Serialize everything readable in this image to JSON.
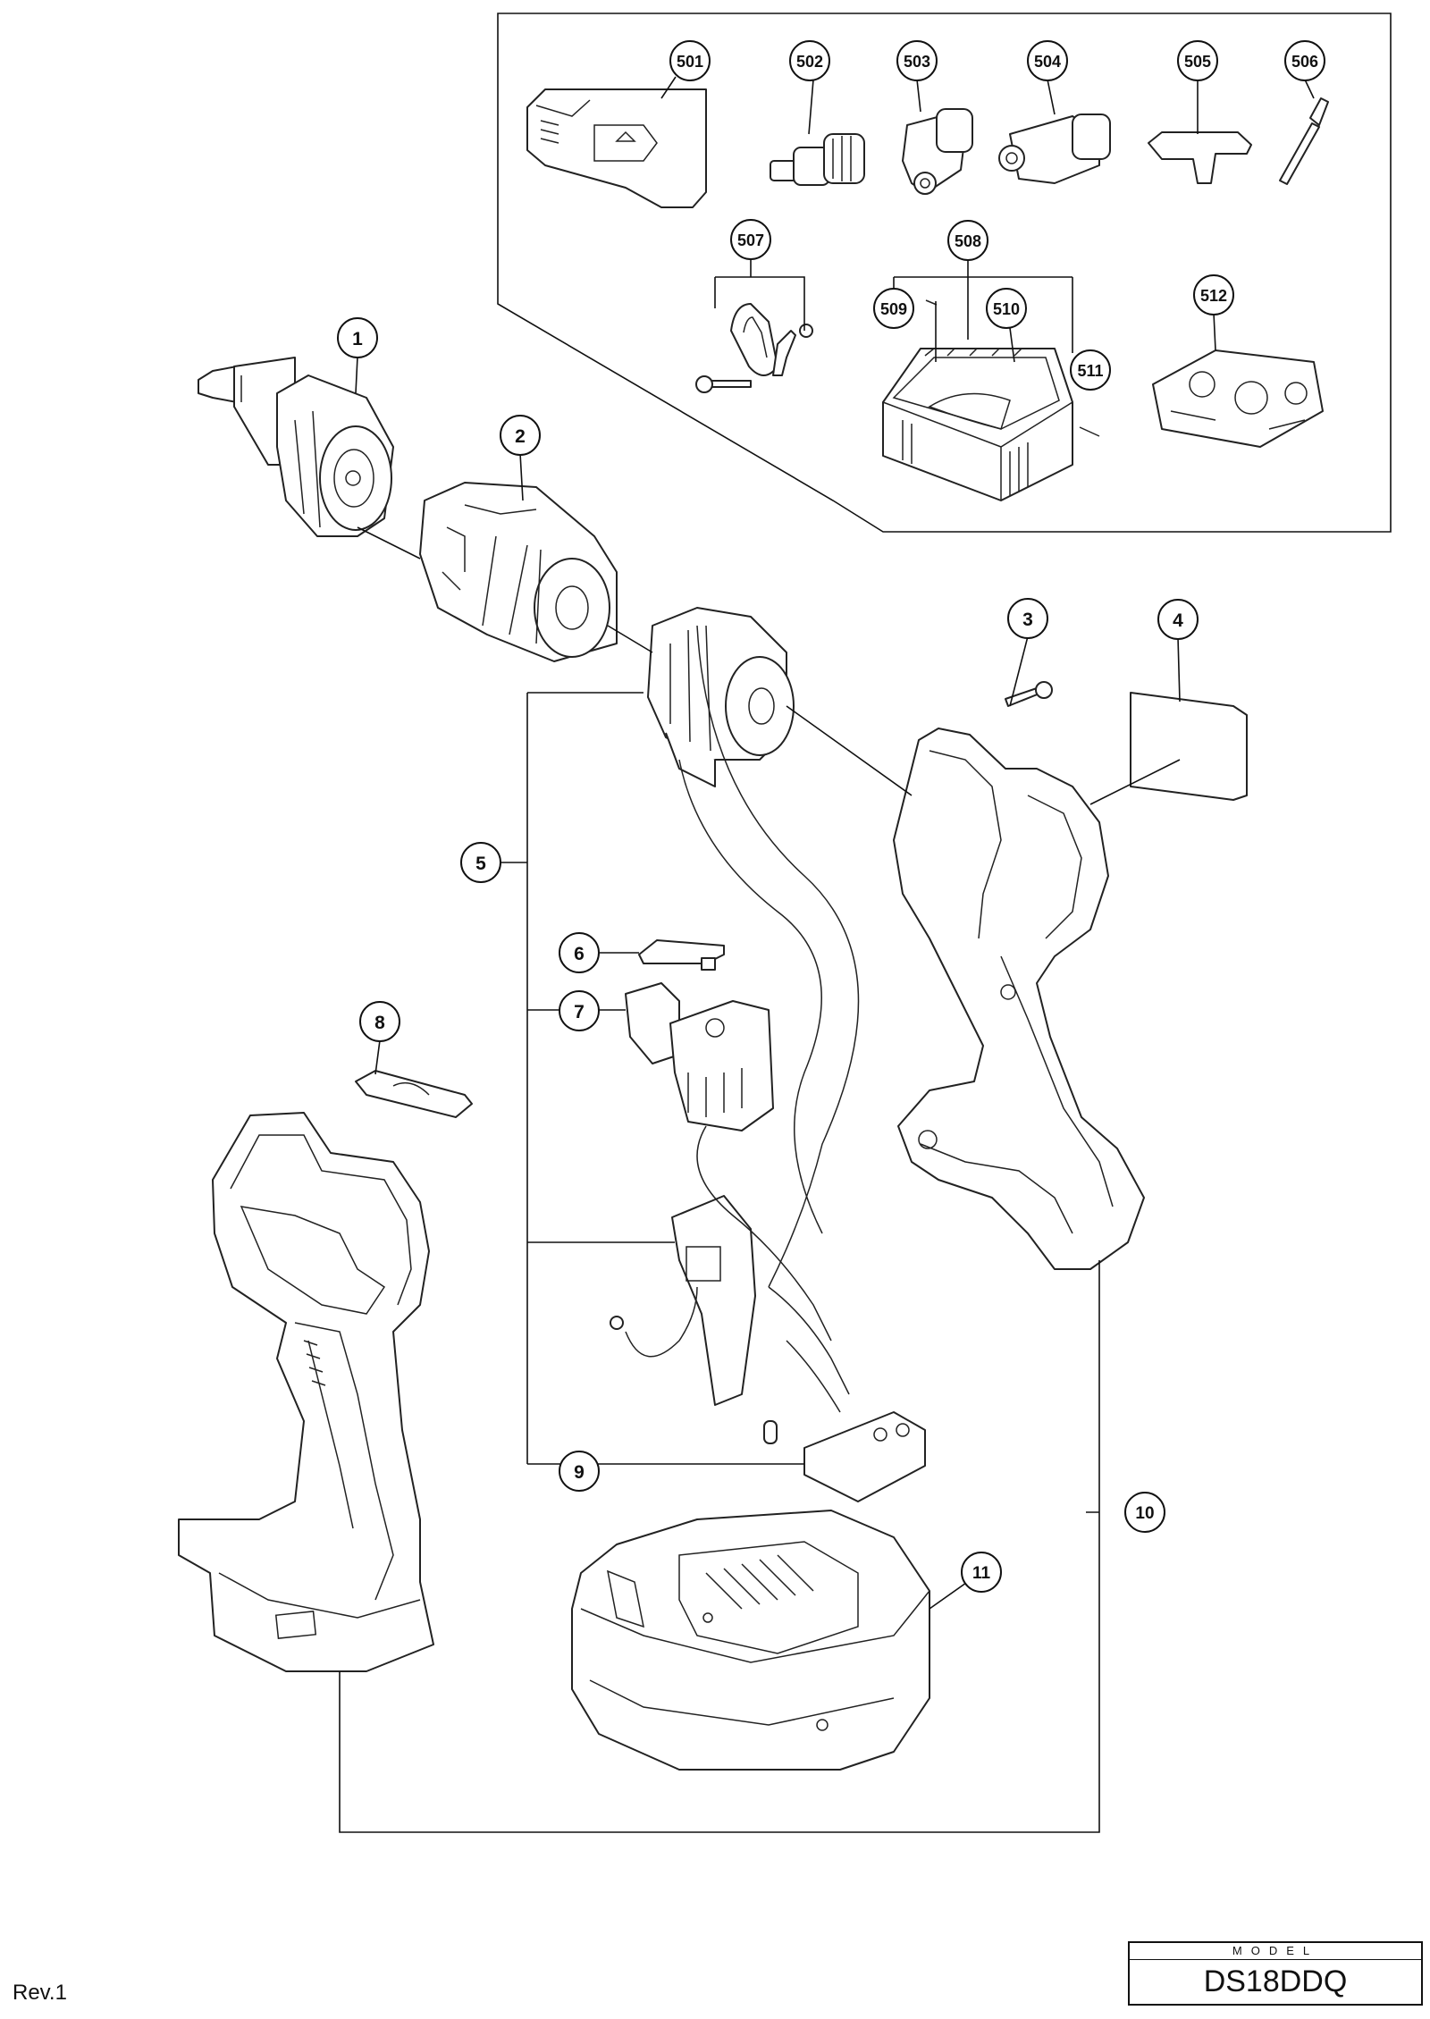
{
  "callouts": {
    "c1": "1",
    "c2": "2",
    "c3": "3",
    "c4": "4",
    "c5": "5",
    "c6": "6",
    "c7": "7",
    "c8": "8",
    "c9": "9",
    "c10": "10",
    "c11": "11",
    "c501": "501",
    "c502": "502",
    "c503": "503",
    "c504": "504",
    "c505": "505",
    "c506": "506",
    "c507": "507",
    "c508": "508",
    "c509": "509",
    "c510": "510",
    "c511": "511",
    "c512": "512"
  },
  "footer": {
    "revision": "Rev.1",
    "model_caption": "MODEL",
    "model_name": "DS18DDQ"
  }
}
